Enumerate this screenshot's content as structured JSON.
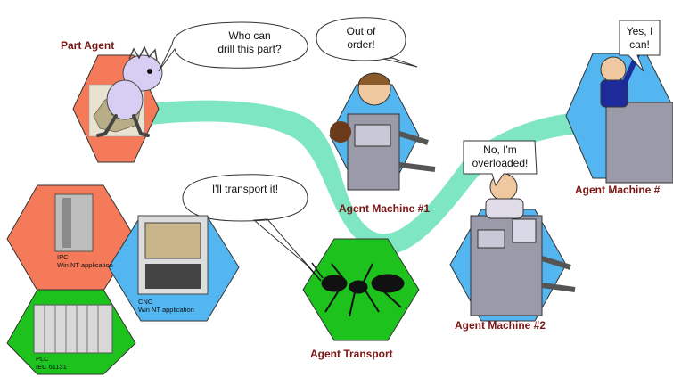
{
  "labels": {
    "part_agent": "Part Agent",
    "machine1": "Agent Machine #1",
    "machine2": "Agent Machine #2",
    "machine3": "Agent Machine #",
    "transport": "Agent Transport"
  },
  "bubbles": {
    "part": [
      "Who can",
      "drill this part?"
    ],
    "machine1": [
      "Out of",
      "order!"
    ],
    "machine2": [
      "No, I'm",
      "overloaded!"
    ],
    "machine3": [
      "Yes, I",
      "can!"
    ],
    "transport": [
      "I'll transport it!"
    ]
  },
  "devices": {
    "ipc": [
      "IPC",
      "Win NT application"
    ],
    "cnc": [
      "CNC",
      "Win NT application"
    ],
    "plc": [
      "PLC",
      "IEC 61131"
    ]
  },
  "colors": {
    "hex_orange": "#f47a5a",
    "hex_blue": "#54b6f0",
    "hex_green": "#1dc21d",
    "flow_band": "#7fe6c4",
    "label_red": "#7a1616"
  }
}
